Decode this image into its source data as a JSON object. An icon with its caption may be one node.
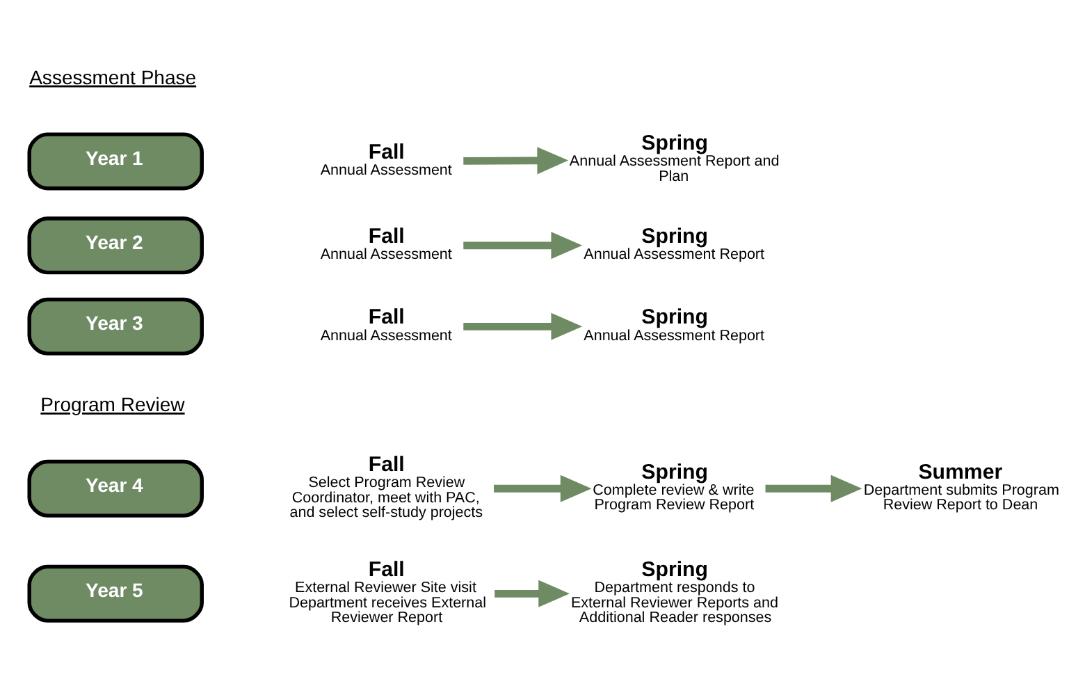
{
  "diagram": {
    "nodes": [
      {
        "text": [
          "Year 1"
        ]
      },
      {
        "text": [
          "Fall",
          "Annual Assessment"
        ]
      },
      {
        "text": [
          "Spring",
          "Annual Assessment Report and Plan"
        ]
      },
      {
        "text": [
          "Year 2"
        ]
      },
      {
        "text": [
          "Fall",
          "Annual Assessment"
        ]
      },
      {
        "text": [
          "Spring",
          "Annual Assessment Report"
        ]
      },
      {
        "text": [
          "Year 3"
        ]
      },
      {
        "text": [
          "Fall",
          "Annual Assessment"
        ]
      },
      {
        "text": [
          "Spring",
          "Annual Assessment Report"
        ]
      },
      {
        "text": [
          "Year 4"
        ]
      },
      {
        "text": [
          "Fall",
          "Select Program Review Coordinator, meet with PAC, and select self-study projects"
        ]
      },
      {
        "text": [
          "Spring",
          "Complete review & write Program Review Report"
        ]
      },
      {
        "text": [
          "Summer",
          "Department submits Program Review Report to Dean"
        ]
      },
      {
        "text": [
          "Year 5"
        ]
      },
      {
        "text": [
          "Fall",
          "External Reviewer Site visit Department receives External Reviewer Report"
        ]
      },
      {
        "text": [
          "Spring",
          "Department responds to External Reviewer Reports and Additional Reader responses"
        ]
      }
    ],
    "edges": [
      {
        "from": 1,
        "to": 2,
        "arrow": "to"
      },
      {
        "from": 4,
        "to": 5,
        "arrow": "to"
      },
      {
        "from": 7,
        "to": 8,
        "arrow": "to"
      },
      {
        "from": 10,
        "to": 11,
        "arrow": "to"
      },
      {
        "from": 11,
        "to": 12,
        "arrow": "to"
      },
      {
        "from": 14,
        "to": 15,
        "arrow": "to"
      }
    ],
    "labels": [
      "Assessment Phase",
      "Program Review"
    ]
  }
}
